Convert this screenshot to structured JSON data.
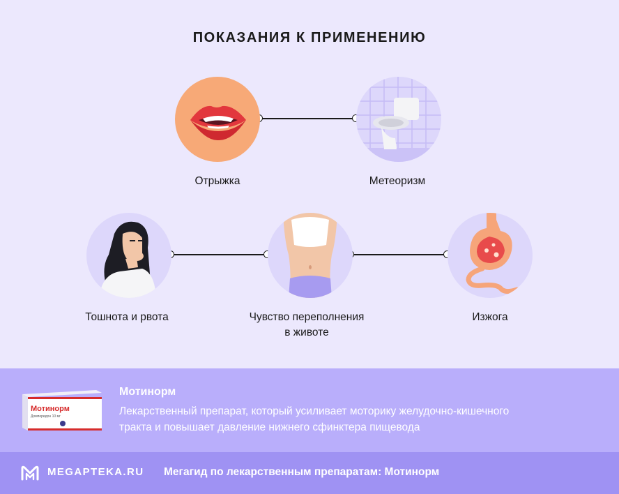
{
  "title": "ПОКАЗАНИЯ К ПРИМЕНЕНИЮ",
  "indications": [
    {
      "label": "Отрыжка",
      "icon": "lips-icon"
    },
    {
      "label": "Метеоризм",
      "icon": "toilet-icon"
    },
    {
      "label": "Тошнота и рвота",
      "icon": "nauseous-woman-icon"
    },
    {
      "label": "Чувство переполнения",
      "label_line2": "в животе",
      "icon": "torso-icon"
    },
    {
      "label": "Изжога",
      "icon": "stomach-icon"
    }
  ],
  "product": {
    "name": "Мотинорм",
    "description_line1": "Лекарственный препарат, который усиливает моторику желудочно-кишечного",
    "description_line2": "тракта и повышает давление нижнего сфинктера пищевода",
    "box_brand": "Мотинорм",
    "box_subtitle": "Домперидон 10 мг"
  },
  "footer": {
    "brand": "MEGAPTEKA.RU",
    "tagline": "Мегагид по лекарственным препаратам: Мотинорм"
  },
  "colors": {
    "background": "#ece8fd",
    "product_band": "#b9aefb",
    "footer_band": "#9f92f3",
    "lips_circle": "#f7a977",
    "accent_circle": "#ddd7fb"
  }
}
